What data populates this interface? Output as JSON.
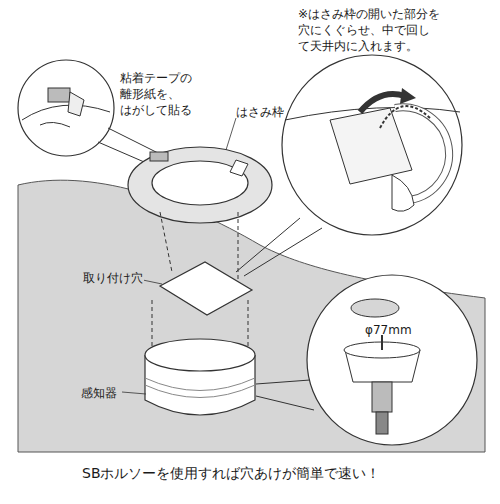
{
  "diagram": {
    "labels": [
      "※はさみ枠の開いた部分を 穴にくぐらせ、中で回し て天井内に入れます。",
      "粘着テープの 離形紙を、 はがして貼る",
      "はさみ枠",
      "取り付け穴",
      "φ77mm",
      "感知器",
      "SBホルソーを使用すれば穴あけが簡単で速い！"
    ]
  }
}
